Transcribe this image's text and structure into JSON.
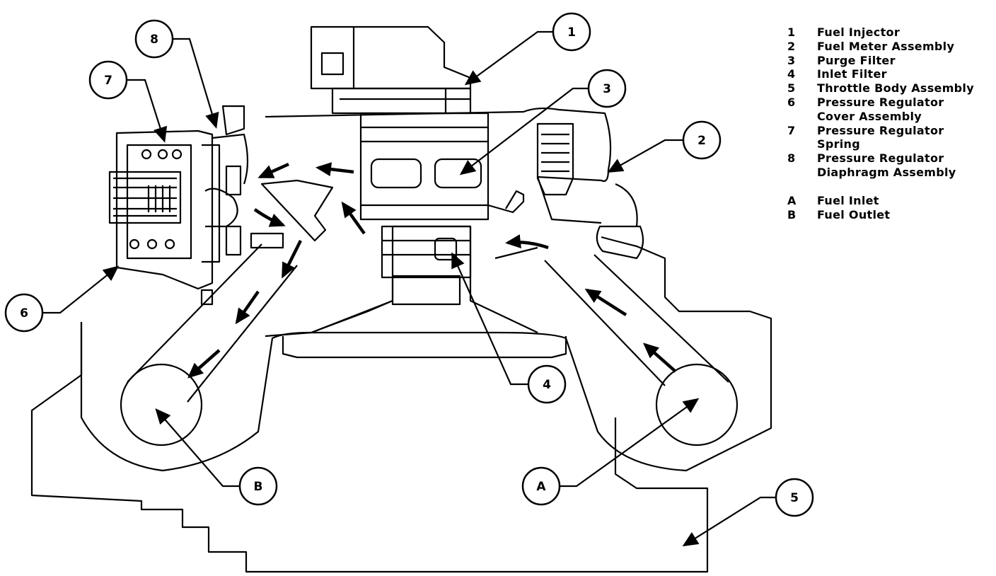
{
  "legend": {
    "parts": [
      {
        "key": "1",
        "label": "Fuel Injector"
      },
      {
        "key": "2",
        "label": "Fuel Meter Assembly"
      },
      {
        "key": "3",
        "label": "Purge Filter"
      },
      {
        "key": "4",
        "label": "Inlet Filter"
      },
      {
        "key": "5",
        "label": "Throttle Body Assembly"
      },
      {
        "key": "6",
        "label": "Pressure Regulator\nCover Assembly"
      },
      {
        "key": "7",
        "label": "Pressure Regulator\nSpring"
      },
      {
        "key": "8",
        "label": "Pressure Regulator\nDiaphragm Assembly"
      }
    ],
    "ports": [
      {
        "key": "A",
        "label": "Fuel Inlet"
      },
      {
        "key": "B",
        "label": "Fuel Outlet"
      }
    ]
  },
  "callouts": {
    "c1": "1",
    "c2": "2",
    "c3": "3",
    "c4": "4",
    "c5": "5",
    "c6": "6",
    "c7": "7",
    "c8": "8",
    "cA": "A",
    "cB": "B"
  }
}
